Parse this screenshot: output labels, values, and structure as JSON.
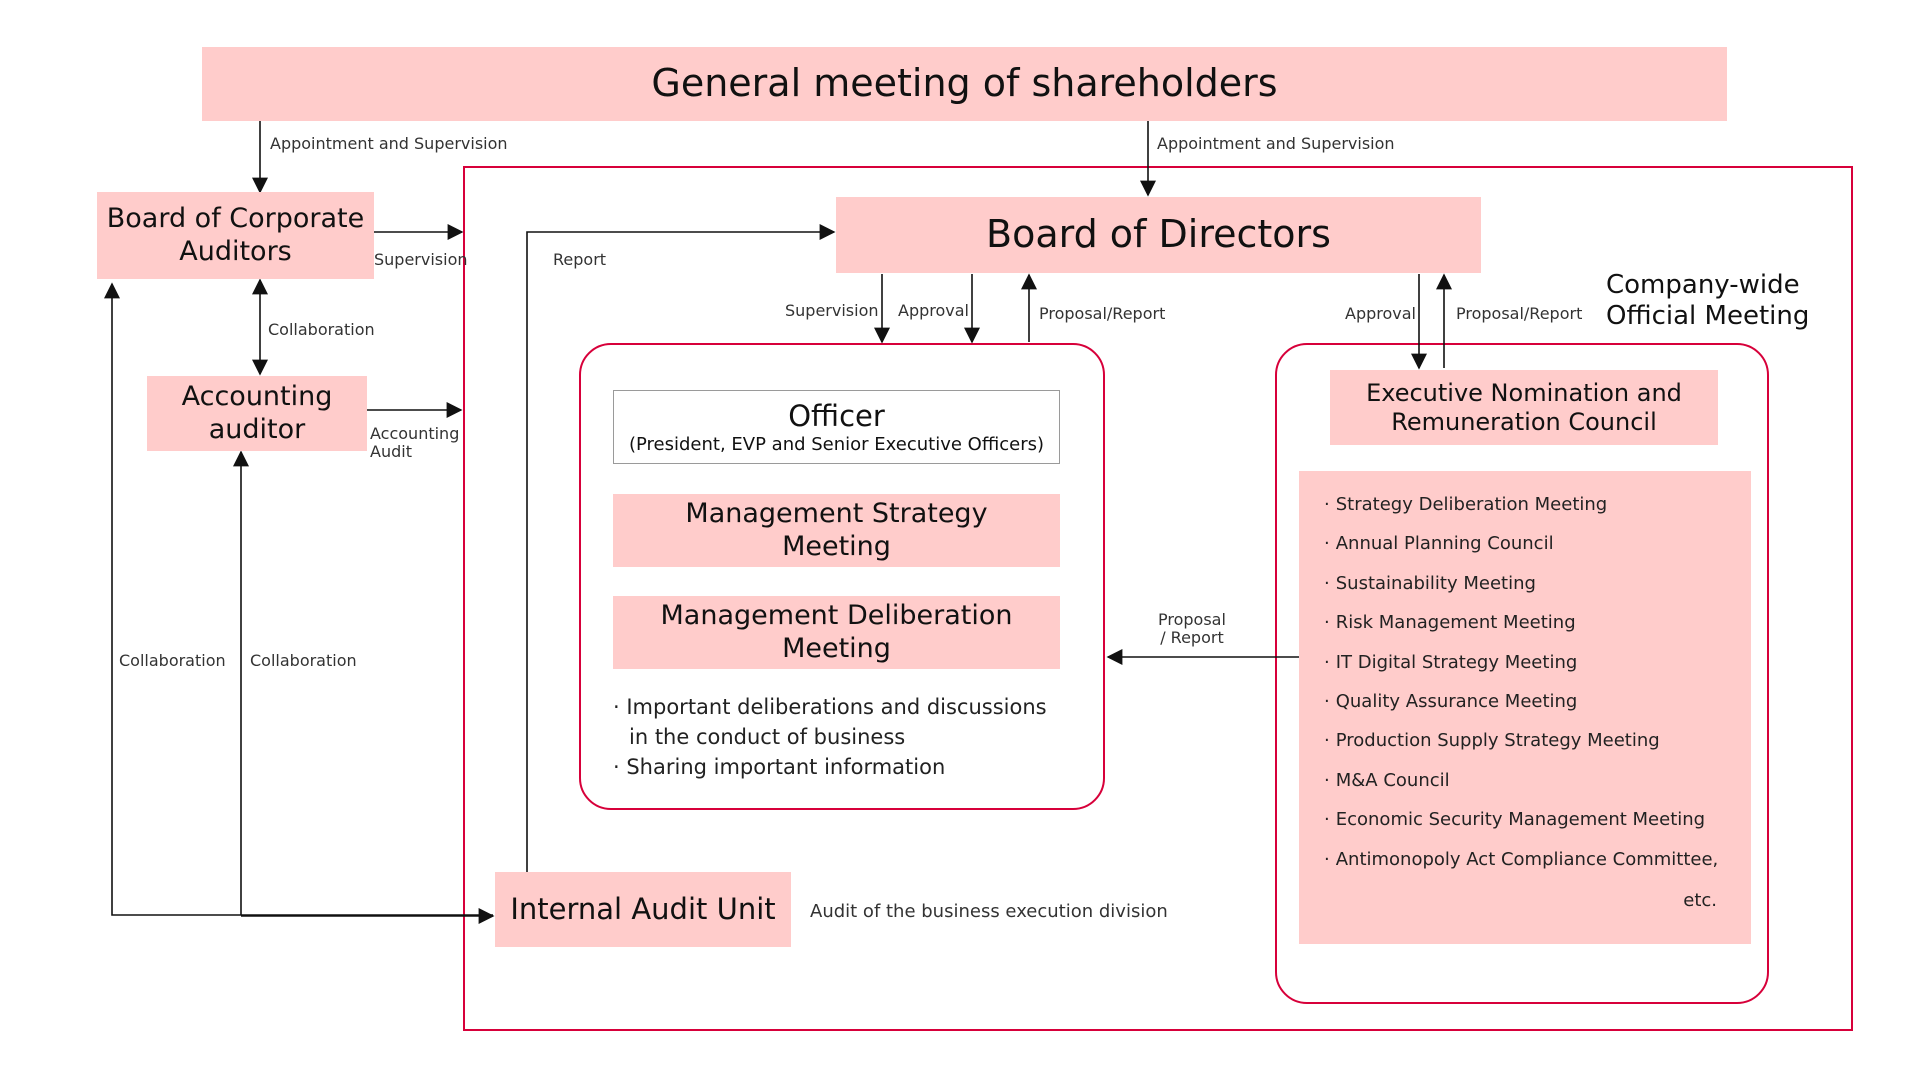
{
  "shareholders": {
    "title": "General meeting of shareholders"
  },
  "board_of_corporate_auditors": {
    "title_line1": "Board of Corporate",
    "title_line2": "Auditors"
  },
  "accounting_auditor": {
    "title_line1": "Accounting",
    "title_line2": "auditor"
  },
  "board_of_directors": {
    "title": "Board of Directors"
  },
  "officer": {
    "title": "Officer",
    "subtitle": "(President, EVP and Senior Executive Officers)"
  },
  "management_strategy_meeting": {
    "title_line1": "Management Strategy",
    "title_line2": "Meeting"
  },
  "management_deliberation_meeting": {
    "title_line1": "Management Deliberation",
    "title_line2": "Meeting"
  },
  "management_notes": {
    "line1": "· Important deliberations and discussions",
    "line2": "in the conduct of business",
    "line3": "· Sharing important information"
  },
  "company_wide": {
    "title_line1": "Company-wide",
    "title_line2": "Official Meeting"
  },
  "exec_nomination_council": {
    "title_line1": "Executive Nomination and",
    "title_line2": "Remuneration Council"
  },
  "company_wide_meetings": {
    "items": [
      "Strategy Deliberation Meeting",
      "Annual Planning Council",
      "Sustainability Meeting",
      "Risk Management Meeting",
      "IT Digital Strategy Meeting",
      "Quality Assurance Meeting",
      "Production Supply Strategy Meeting",
      "M&A Council",
      "Economic Security Management Meeting",
      "Antimonopoly Act Compliance Committee,"
    ],
    "bullet": "·",
    "etc": "etc."
  },
  "internal_audit": {
    "title": "Internal Audit Unit",
    "note": "Audit of the business execution division"
  },
  "labels": {
    "appointment_left": "Appointment and Supervision",
    "appointment_right": "Appointment and Supervision",
    "supervision_bca": "Supervision",
    "collaboration_bca_aa": "Collaboration",
    "accounting_audit_line1": "Accounting",
    "accounting_audit_line2": "Audit",
    "report": "Report",
    "supervision_bod": "Supervision",
    "approval_bod": "Approval",
    "proposal_report_bod": "Proposal/Report",
    "approval_enrc": "Approval",
    "proposal_report_enrc": "Proposal/Report",
    "proposal_mid_line1": "Proposal",
    "proposal_mid_line2": "/ Report",
    "collaboration_left": "Collaboration",
    "collaboration_right": "Collaboration"
  },
  "colors": {
    "box_fill": "#ffcccb",
    "frame_red": "#d7003a",
    "officer_border": "#9a9a9a",
    "arrow": "#111111"
  }
}
